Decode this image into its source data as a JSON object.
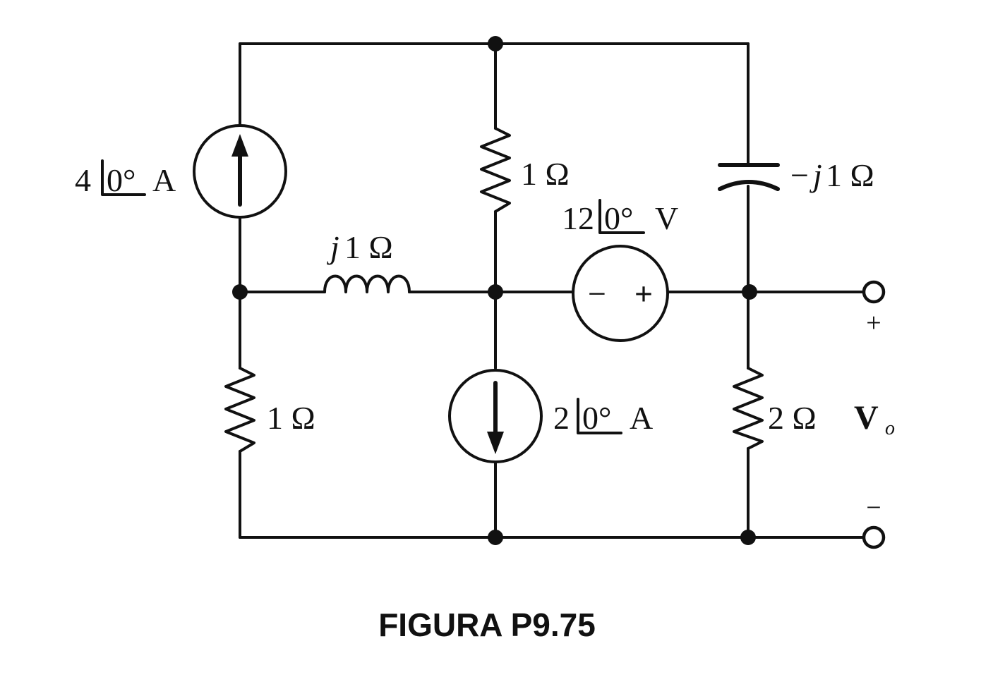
{
  "figure": {
    "caption": "FIGURA P9.75",
    "labels": {
      "source_4A_mag": "4",
      "source_4A_ang": "0°",
      "source_4A_unit": "A",
      "r_top": "1 Ω",
      "cap_j": "−",
      "cap_j_italic": "j",
      "cap_rest": "1 Ω",
      "vsrc_mag": "12",
      "vsrc_ang": "0°",
      "vsrc_unit": "V",
      "vsrc_minus": "−",
      "vsrc_plus": "+",
      "ind_j": "j",
      "ind_rest": "1 Ω",
      "r_left": "1 Ω",
      "isrc_mag": "2",
      "isrc_ang": "0°",
      "isrc_unit": "A",
      "r_right": "2 Ω",
      "vo_main": "V",
      "vo_sub": "o",
      "vo_plus": "+",
      "vo_minus": "−"
    }
  }
}
